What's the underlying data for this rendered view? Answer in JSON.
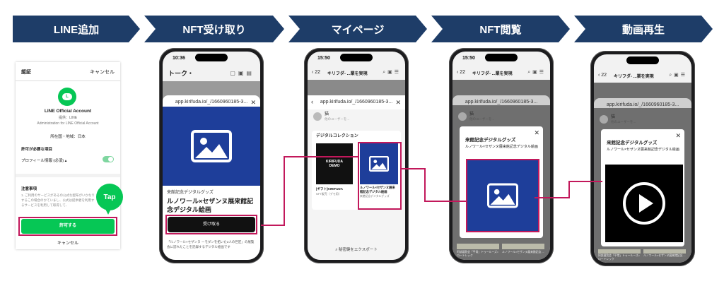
{
  "steps": [
    "LINE追加",
    "NFT受け取り",
    "マイページ",
    "NFT閲覧",
    "動画再生"
  ],
  "panel1": {
    "header_title": "認証",
    "header_cancel": "キャンセル",
    "account_name": "LINE Official Account",
    "provider": "提供：LINE",
    "admin": "Administration for LINE Official Account",
    "region": "所在国・地域：日本",
    "required_label": "許可が必要な項目",
    "profile_item": "プロフィール情報 (必須) ▴",
    "notes_label": "注意事項",
    "note_text": "1. ご利用のサービスがあるの公式な配布がいかなりするこの場合のかていまし、公式は提供者を利用するサービスを利用して取得して、",
    "allow_button": "許可する",
    "cancel_bottom": "キャンセル",
    "tap_badge": "Tap"
  },
  "panel2": {
    "time": "10:36",
    "chat_title": "トーク・",
    "url": "app.kirifuda.io/_/1660960185-3...",
    "category": "来館記念デジタルグッズ",
    "title": "ルノワール×セザンヌ展来館記念デジタル絵画",
    "receive_button": "受け取る",
    "footer_note": "「ルノワール×セザンヌ ーモダンを拓いた2人の巨匠」の展覧会に訪れたことを記録するデジタル絵画です"
  },
  "panel3": {
    "time": "15:50",
    "back_count": "22",
    "page_title": "キリフダ- ...業を実現",
    "url": "app.kirifuda.io/_/1660960185-3...",
    "user_name": "猫",
    "user_sub": "他のユーザーを...",
    "collection_label": "デジタルコレクション",
    "card1_logo": "KIRIFUDA DEMO",
    "card1_title": "[ギフト]KIRIFUDA",
    "card1_sub": "NFT販売（デモ用）",
    "card2_title": "ルノワール×セザンヌ展来館記念デジタル絵画",
    "card2_sub": "来館記念デジタルグッズ",
    "export_label": "秘密鍵をエクスポート"
  },
  "panel4": {
    "time": "15:50",
    "back_count": "22",
    "page_title": "キリフダ- ...業を実現",
    "url": "app.kirifuda.io/_/1660960185-3...",
    "user_name": "猫",
    "user_sub": "他のユーザーを...",
    "category": "来館記念デジタルグッズ",
    "title": "ルノワール×セザンヌ展来館記念デジタル絵画",
    "bottom_caption1": "阿部展覧会「平常」トゥールーズ=ロートレック",
    "bottom_caption2": "ルノワール×セザンヌ展来館記念 ..."
  },
  "panel5": {
    "back_count": "22",
    "page_title": "キリフダ- ...業を実現",
    "url": "app.kirifuda.io/_/1660960185-3...",
    "user_name": "猫",
    "user_sub": "他のユーザーを...",
    "category": "来館記念デジタルグッズ",
    "title": "ルノワール×セザンヌ展来館記念デジタル絵画",
    "bottom_caption1": "阿部展覧会「平常」トゥールーズ=ロートレック",
    "bottom_caption2": "ルノワール×セザンヌ展来館記念 ..."
  }
}
